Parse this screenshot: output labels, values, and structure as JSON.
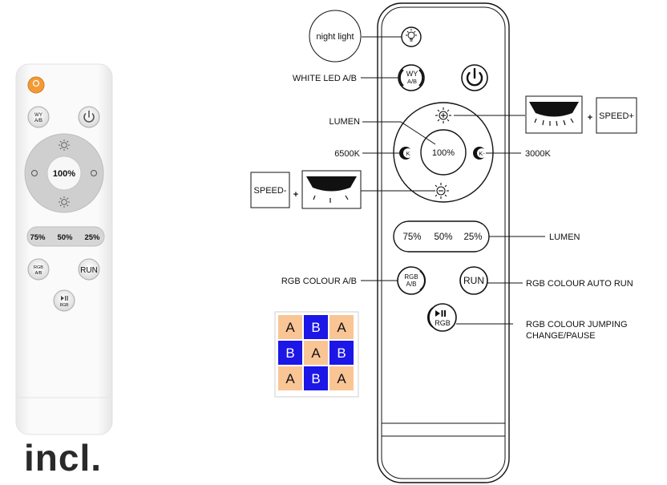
{
  "photo": {
    "lumen_center": "100%",
    "presets": [
      "75%",
      "50%",
      "25%"
    ],
    "run": "RUN",
    "wy_top": "WY",
    "wy_bottom": "A/B",
    "rgb_top": "RGB",
    "rgb_bottom": "A/B",
    "pp_bottom": "RGB"
  },
  "incl_text": "incl.",
  "diagram": {
    "labels": {
      "night_light": "night light",
      "white_led": "WHITE LED  A/B",
      "lumen_top": "LUMEN",
      "k6500": "6500K",
      "k3000": "3000K",
      "speed_plus": "SPEED+",
      "speed_minus": "SPEED-",
      "plus_sign": "+",
      "lumen_presets": "LUMEN",
      "rgb_colour_ab": "RGB COLOUR A/B",
      "rgb_auto_run": "RGB COLOUR AUTO RUN",
      "rgb_jump_line1": "RGB COLOUR JUMPING",
      "rgb_jump_line2": "CHANGE/PAUSE"
    },
    "buttons": {
      "wy_top": "WY",
      "wy_bottom": "A/B",
      "center": "100%",
      "k_left": "K",
      "k_right": "K-",
      "presets": [
        "75%",
        "50%",
        "25%"
      ],
      "rgb_top": "RGB",
      "rgb_bottom": "A/B",
      "run": "RUN",
      "play_pause_label": "RGB"
    },
    "ab_grid": [
      [
        "A",
        "B",
        "A"
      ],
      [
        "B",
        "A",
        "B"
      ],
      [
        "A",
        "B",
        "A"
      ]
    ],
    "colors": {
      "grid_orange": "#f9c595",
      "grid_blue": "#1c16e6",
      "night_led": "#f39a36"
    }
  }
}
